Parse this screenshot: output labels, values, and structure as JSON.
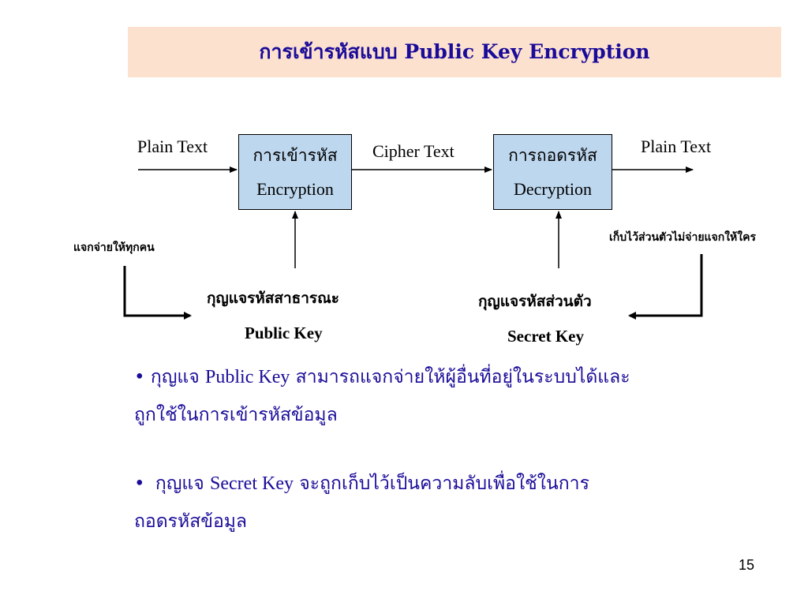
{
  "title": {
    "thai": "การเข้ารหัสแบบ",
    "english": "Public Key Encryption"
  },
  "diagram": {
    "encryption_box": {
      "thai": "การเข้ารหัส",
      "english": "Encryption"
    },
    "decryption_box": {
      "thai": "การถอดรหัส",
      "english": "Decryption"
    },
    "plain_text_in": "Plain Text",
    "cipher_text": "Cipher Text",
    "plain_text_out": "Plain Text",
    "distribute_note": "แจกจ่ายให้ทุกคน",
    "keep_private_note": "เก็บไว้ส่วนตัวไม่จ่ายแจกให้ใคร",
    "public_key": {
      "thai": "กุญแจรหัสสาธารณะ",
      "english": "Public Key"
    },
    "secret_key": {
      "thai": "กุญแจรหัสส่วนตัว",
      "english": "Secret Key"
    }
  },
  "bullets": [
    {
      "marker": "•",
      "thai_prefix": "กุญแจ",
      "english": "Public Key",
      "line1_rest": "สามารถแจกจ่ายให้ผู้อื่นที่อยู่ในระบบได้และ",
      "line2": "ถูกใช้ในการเข้ารหัสข้อมูล"
    },
    {
      "marker": "•",
      "thai_prefix": "กุญแจ",
      "english": "Secret Key",
      "line1_rest": "จะถูกเก็บไว้เป็นความลับเพื่อใช้ในการ",
      "line2": "ถอดรหัสข้อมูล"
    }
  ],
  "page_number": "15",
  "colors": {
    "title_background": "#fde1cf",
    "title_text": "#1a0c99",
    "box_fill": "#bdd7ee",
    "bullet_text": "#1a0c99"
  }
}
